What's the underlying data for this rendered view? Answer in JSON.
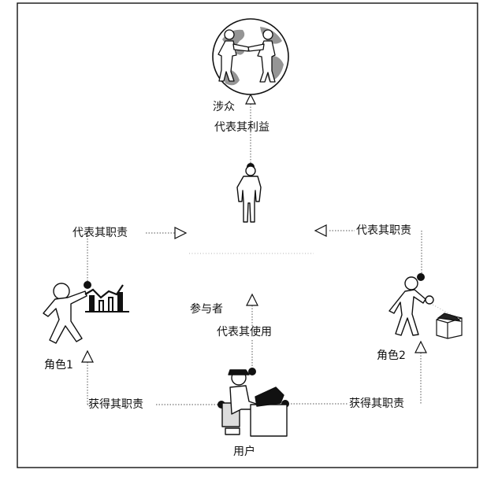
{
  "labels": {
    "stakeholders": "涉众",
    "represent_interest": "代表其利益",
    "represent_duty_left": "代表其职责",
    "represent_duty_right": "代表其职责",
    "actor": "参与者",
    "represent_use": "代表其使用",
    "role1": "角色1",
    "role2": "角色2",
    "gain_duty_left": "获得其职责",
    "gain_duty_right": "获得其职责",
    "user": "用户"
  },
  "colors": {
    "ink": "#111111",
    "paper": "#ffffff",
    "land": "#8a8a8a"
  },
  "icons": [
    "globe-handshake-icon",
    "actor-figure-icon",
    "presenter-chart-icon",
    "inspector-magnifier-icon",
    "user-at-desk-icon"
  ]
}
